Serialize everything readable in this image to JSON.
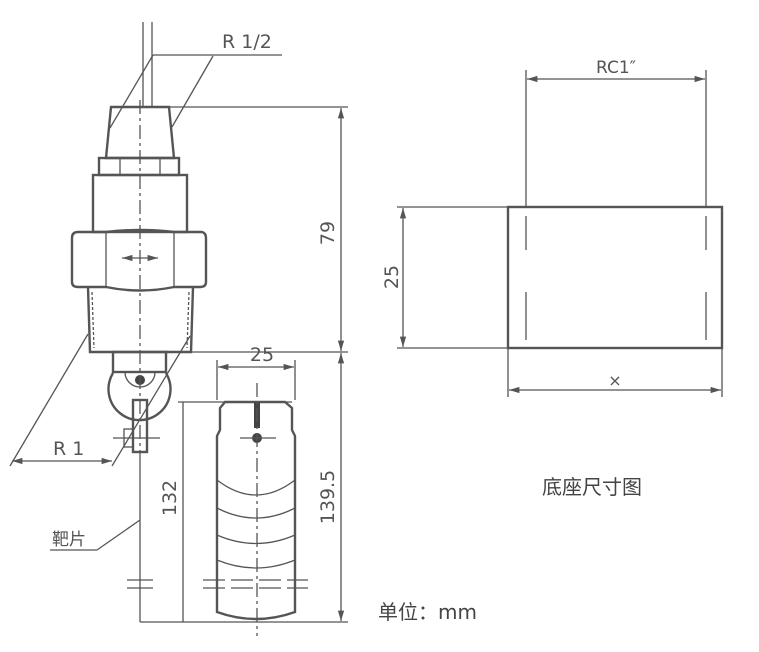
{
  "front_view": {
    "thread_top_label": "R 1/2",
    "thread_bottom_label": "R 1",
    "paddle_label": "靶片",
    "height_label": "79",
    "paddle_length_label": "132",
    "total_length_label": "139.5",
    "paddle_width_label": "25"
  },
  "base_view": {
    "thread_label": "RC1″",
    "height_label": "25",
    "width_label": "×",
    "caption": "底座尺寸图"
  },
  "unit_note": "单位：mm"
}
